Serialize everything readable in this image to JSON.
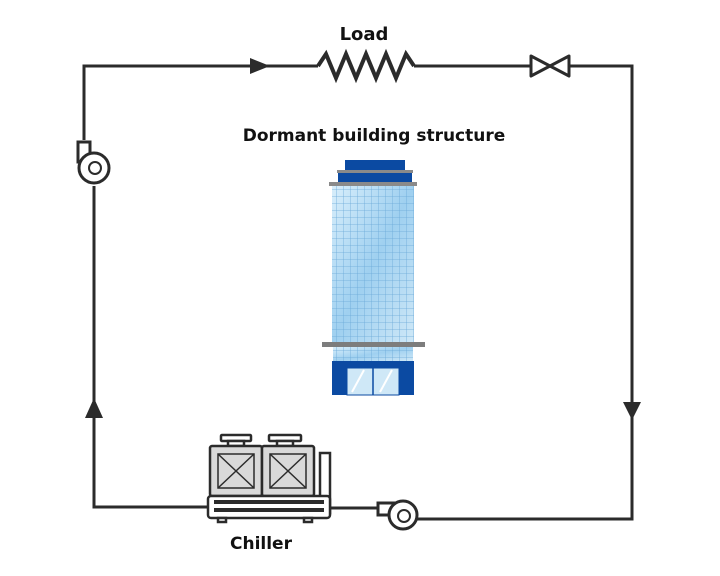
{
  "labels": {
    "load": "Load",
    "building": "Dormant building structure",
    "chiller": "Chiller"
  },
  "colors": {
    "pipe": "#2b2b2b",
    "building_blue": "#0b4aa2",
    "glass_light": "#cfe8f7",
    "glass_mid": "#8ec5ea",
    "band_gray": "#7d7d7d",
    "chiller_gray": "#d9d9d9"
  },
  "icons": [
    "pump-icon",
    "valve-icon",
    "resistor-load-icon",
    "flow-arrow-icon",
    "building-icon",
    "chiller-icon"
  ]
}
